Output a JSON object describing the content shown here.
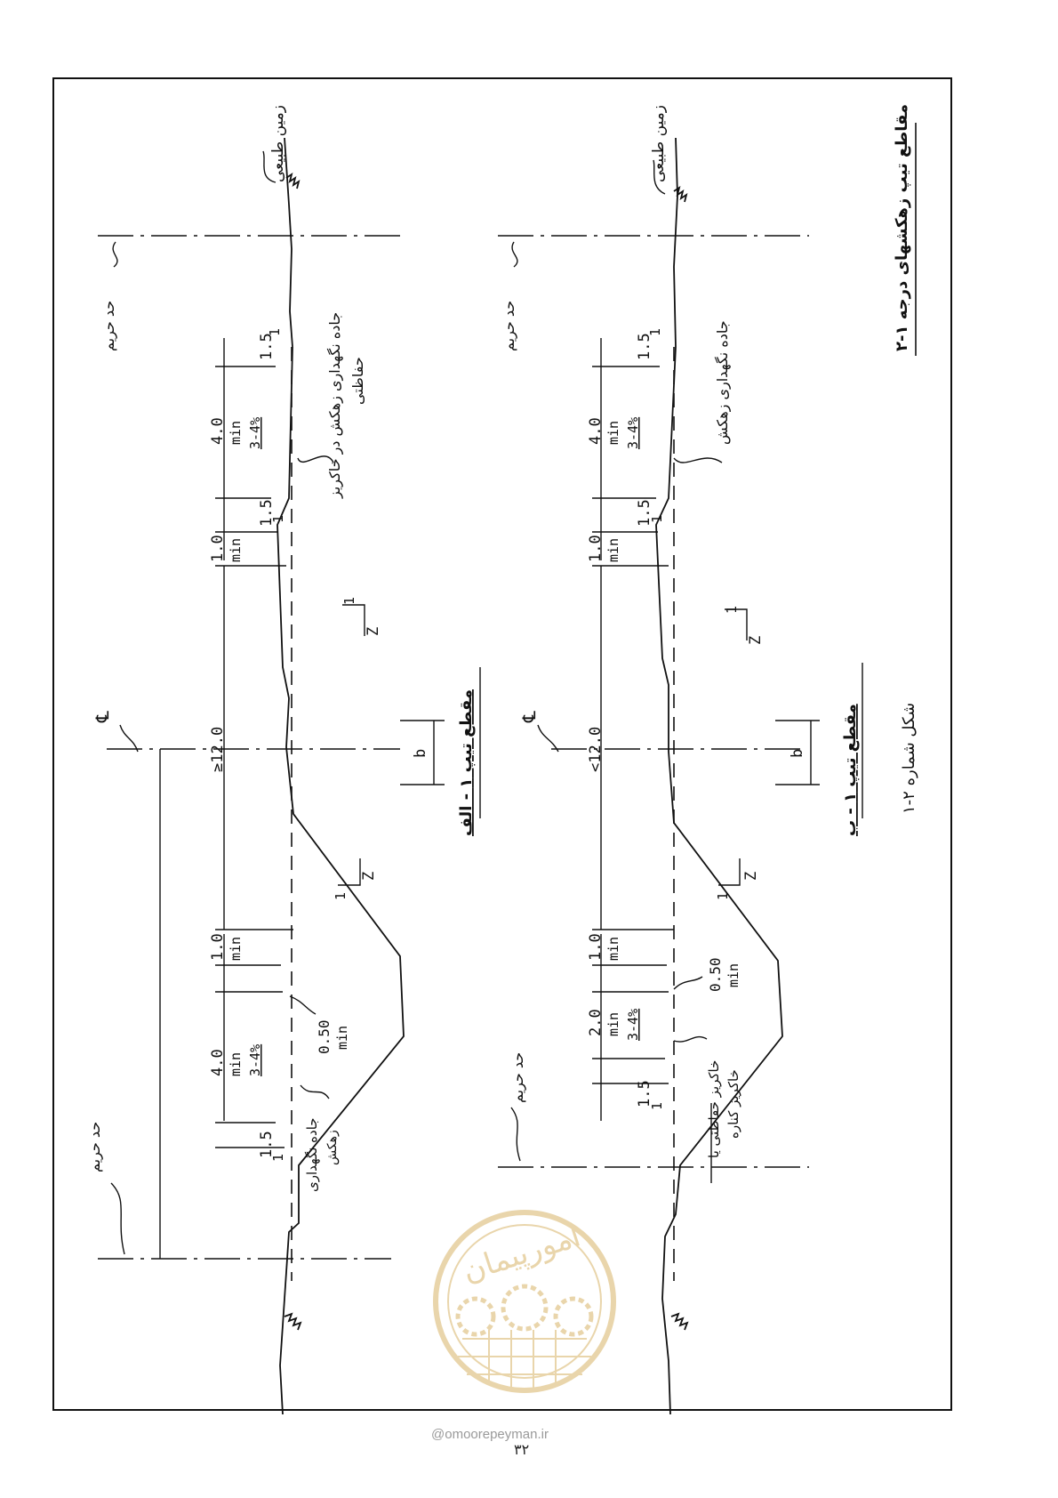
{
  "heading": "مقاطع تیپ زهکشهای درجه ۱-۲",
  "figure_caption": "شکل شماره ۲-۱",
  "section_a": {
    "title": "مقطع تیپ ۱ - الف",
    "labels": {
      "natural_ground": "زمین طبیعی",
      "boundary_top": "حد حریم",
      "boundary_bottom": "حد حریم",
      "service_road_right": "جاده نگهداری زهکش در خاکریز",
      "service_road_right2": "حفاظتی",
      "service_road_left": "جاده نگهداری",
      "service_road_left2": "زهکش",
      "centerline": "℄",
      "bottom_width": "b",
      "slope_z": "Z",
      "slope_one": "1"
    },
    "dims": {
      "w_15_a": "1.5",
      "w_40_a": "4.0",
      "min_a": "min",
      "pct_a": "3-4%",
      "w_15_b": "1.5",
      "w_10_a": "1.0",
      "min_b": "min",
      "total": "≥12.0",
      "w_10_b": "1.0",
      "min_c": "min",
      "w_40_b": "4.0",
      "min_d": "min",
      "pct_b": "3-4%",
      "w_15_c": "1.5",
      "w_050": "0.50",
      "min_e": "min",
      "one_a": "1",
      "one_b": "1",
      "one_c": "1"
    }
  },
  "section_b": {
    "title": "مقطع تیپ ۱ - ب",
    "labels": {
      "natural_ground": "زمین طبیعی",
      "boundary_top": "حد حریم",
      "boundary_bottom": "حد حریم",
      "service_road_right": "جاده نگهداری زهکش",
      "protective_berm": "خاکریز حفاظتی یا",
      "side_berm": "خاکریز کناره",
      "centerline": "℄",
      "bottom_width": "b",
      "slope_z": "Z",
      "slope_one": "1"
    },
    "dims": {
      "w_15_a": "1.5",
      "w_40_a": "4.0",
      "min_a": "min",
      "pct_a": "3-4%",
      "w_15_b": "1.5",
      "w_10_a": "1.0",
      "min_b": "min",
      "total": "<12.0",
      "w_10_b": "1.0",
      "min_c": "min",
      "w_20": "2.0",
      "min_d": "min",
      "pct_b": "3-4%",
      "w_15_c": "1.5",
      "w_050": "0.50",
      "min_e": "min",
      "one_a": "1",
      "one_b": "1",
      "one_c": "1"
    }
  },
  "watermark": {
    "text": "امورپیمان",
    "site": "@omoorepeyman.ir",
    "color": "#e2c890"
  },
  "page_number": "۳۲"
}
